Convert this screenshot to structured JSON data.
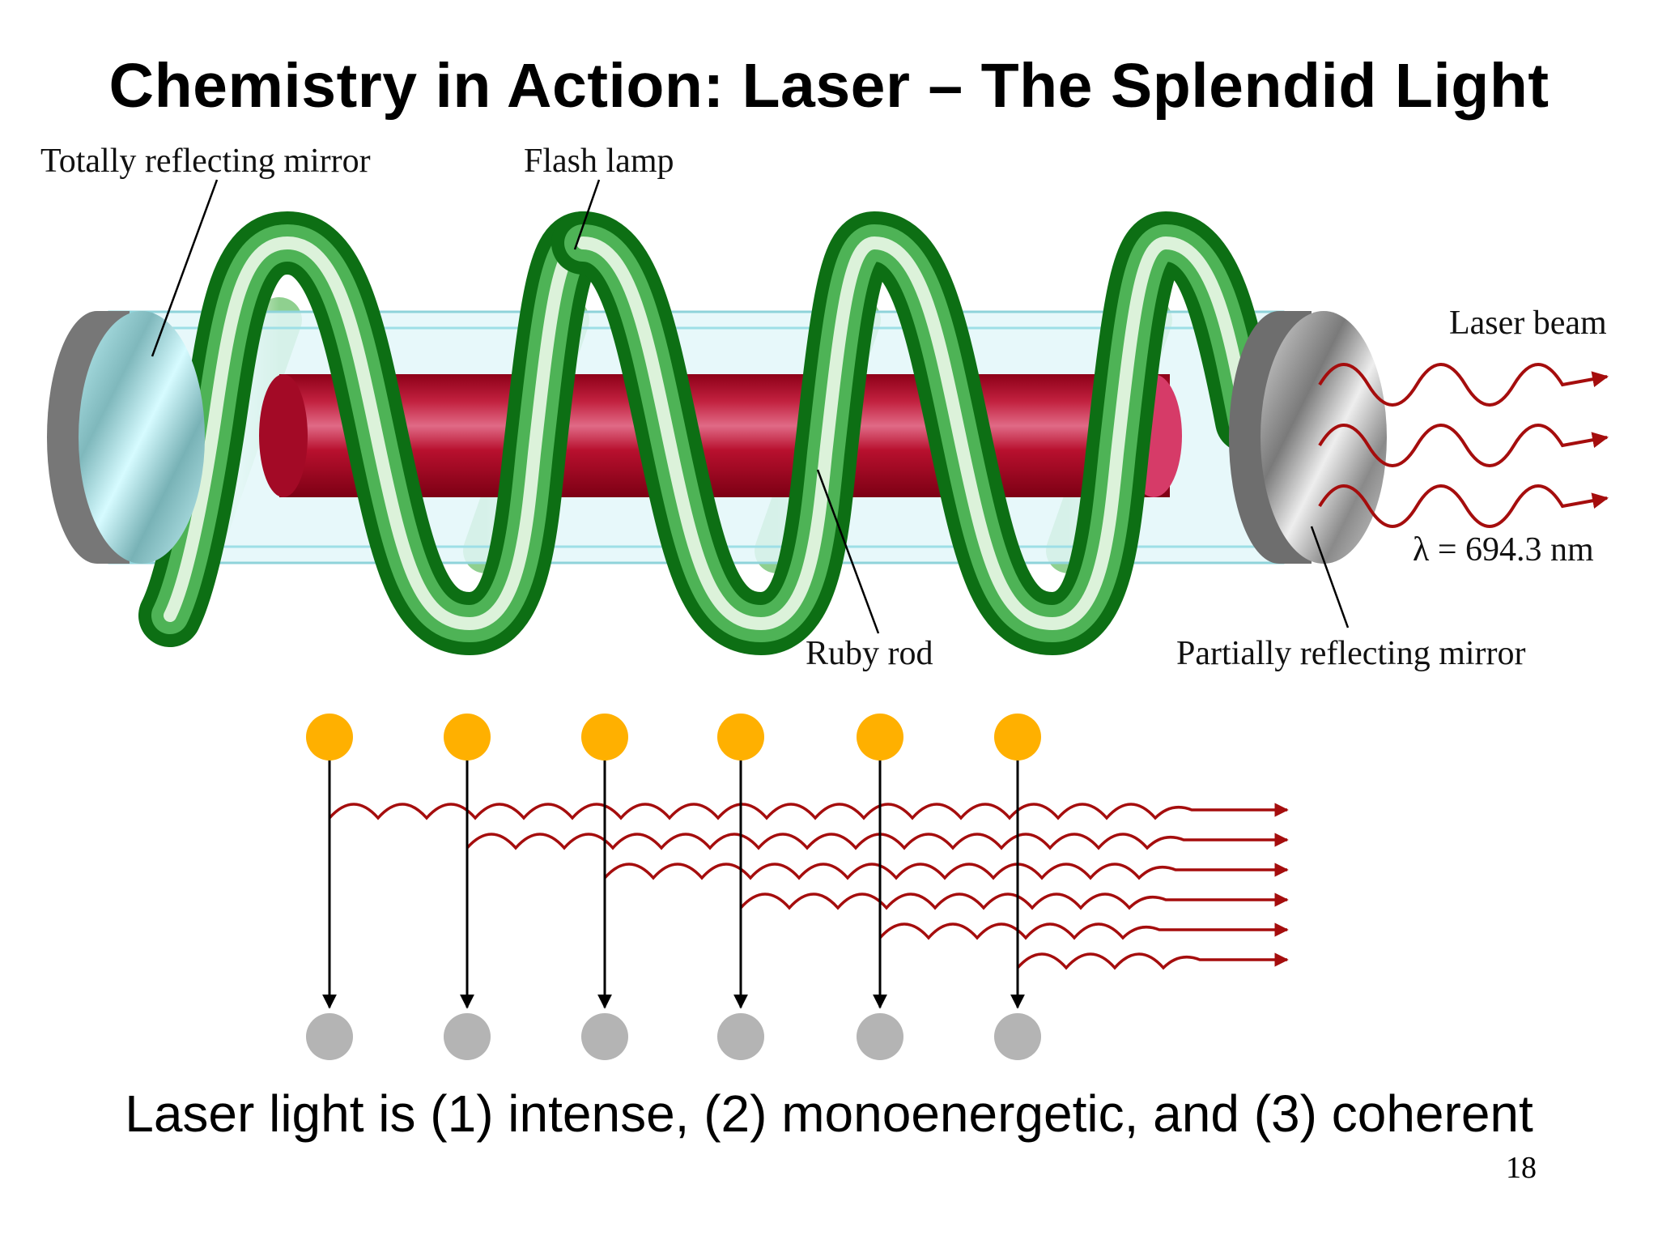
{
  "title": "Chemistry in Action: Laser – The Splendid Light",
  "labels": {
    "total_mirror": "Totally reflecting mirror",
    "flash_lamp": "Flash lamp",
    "laser_beam": "Laser beam",
    "wavelength": "λ = 694.3 nm",
    "ruby_rod": "Ruby rod",
    "partial_mirror": "Partially reflecting mirror"
  },
  "caption": "Laser light is (1) intense, (2) monoenergetic, and (3) coherent",
  "page_number": "18",
  "colors": {
    "helix_green": "#1a8a1e",
    "ruby": "#b0102a",
    "tube": "#e3f7f9",
    "photon_wave": "#a50d0d",
    "excited_atom": "#ffb000",
    "ground_atom": "#b4b4b4"
  },
  "atom_count": 6
}
